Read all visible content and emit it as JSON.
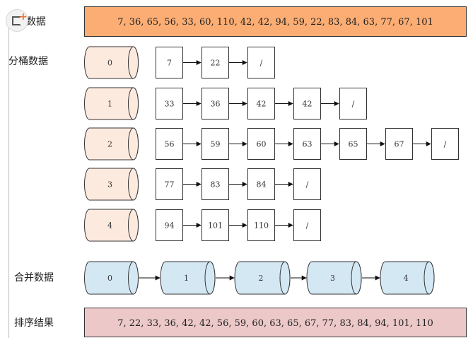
{
  "labels": {
    "raw": "数据",
    "bucket": "分桶数据",
    "merge": "合并数据",
    "sorted": "排序结果"
  },
  "raw_data": {
    "text": "7,  36,  65,  56,  33,  60,  110,  42,  42,  94,  59,  22,  83,  84,  63,  77,  67,  101",
    "fill": "#fbad73"
  },
  "sorted_data": {
    "text": "7,  22,  33,  36,  42,  42,  56,  59,  60,  63,  65,  67,  77,  83,  84,  94,  101,  110",
    "fill": "#ecc8c8"
  },
  "colors": {
    "bucket_fill": "#fdeadf",
    "merge_fill": "#d4e8f4",
    "box_fill": "#ffffff",
    "stroke": "#333333"
  },
  "buckets": [
    {
      "index": "0",
      "items": [
        "7",
        "22",
        "/"
      ]
    },
    {
      "index": "1",
      "items": [
        "33",
        "36",
        "42",
        "42",
        "/"
      ]
    },
    {
      "index": "2",
      "items": [
        "56",
        "59",
        "60",
        "63",
        "65",
        "67",
        "/"
      ]
    },
    {
      "index": "3",
      "items": [
        "77",
        "83",
        "84",
        "/"
      ]
    },
    {
      "index": "4",
      "items": [
        "94",
        "101",
        "110",
        "/"
      ]
    }
  ],
  "merge": [
    "0",
    "1",
    "2",
    "3",
    "4"
  ],
  "icon": "add-frame-icon"
}
